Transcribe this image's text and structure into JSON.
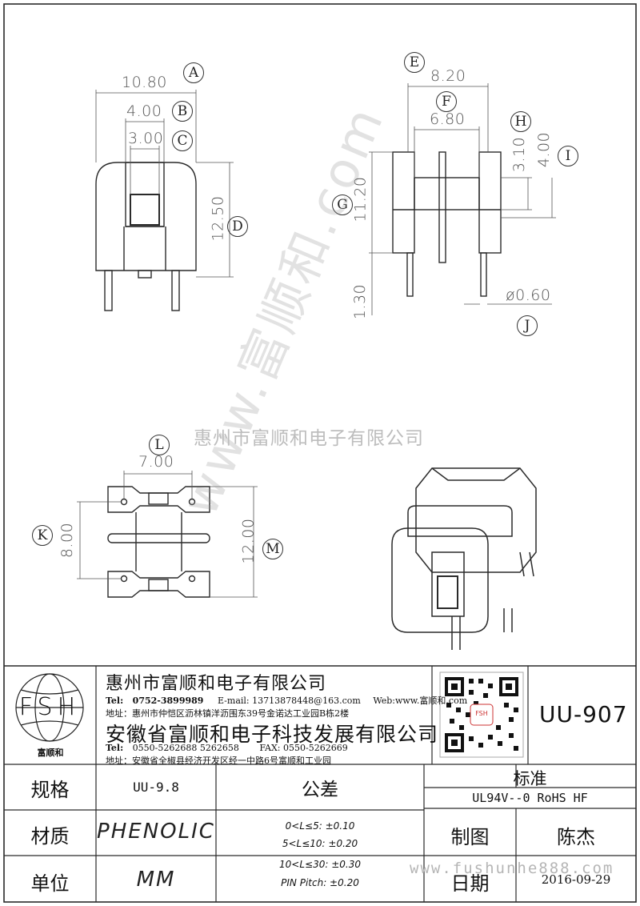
{
  "drawing": {
    "dims": {
      "a": "10.80",
      "b": "4.00",
      "c": "3.00",
      "d": "12.50",
      "e": "8.20",
      "f": "6.80",
      "g": "11.20",
      "h": "3.10",
      "i": "4.00",
      "pin_len": "1.30",
      "pin_dia": "ø0.60",
      "l": "7.00",
      "k": "8.00",
      "m": "12.00"
    },
    "callouts": {
      "a": "A",
      "b": "B",
      "c": "C",
      "d": "D",
      "e": "E",
      "f": "F",
      "g": "G",
      "h": "H",
      "i": "I",
      "j": "J",
      "k": "K",
      "l": "L",
      "m": "M"
    }
  },
  "watermarks": {
    "center": "惠州市富顺和电子有限公司",
    "diagonal": "www.富顺和.com",
    "url": "www.fushunhe888.com"
  },
  "title_block": {
    "logo": {
      "letters": "FSH",
      "name": "富顺和"
    },
    "company1": {
      "name": "惠州市富顺和电子有限公司",
      "tel_label": "Tel:",
      "tel": "0752-3899989",
      "email": "E-mail: 13713878448@163.com",
      "web": "Web:www.富顺和.com",
      "address": "地址：惠州市仲恺区沥林镇洋沥围东39号金诺达工业园B栋2楼"
    },
    "company2": {
      "name": "安徽省富顺和电子科技发展有限公司",
      "tel_label": "Tel:",
      "tel": "0550-5262688  5262658",
      "fax": "FAX: 0550-5262669",
      "address": "地址：安徽省全椒县经济开发区经一中路6号富顺和工业园"
    },
    "qr_text": "FSH",
    "part_number": "UU-907",
    "spec_label": "规格",
    "spec_value": "UU-9.8",
    "tolerance_label": "公差",
    "tolerances": [
      "0<L≤5: ±0.10",
      "5<L≤10: ±0.20",
      "10<L≤30: ±0.30",
      "PIN Pitch: ±0.20"
    ],
    "standard_label": "标准",
    "standard_value": "UL94V--0  RoHS HF",
    "material_label": "材质",
    "material_value": "PHENOLIC",
    "drawn_label": "制图",
    "drawn_value": "陈杰",
    "unit_label": "单位",
    "unit_value": "MM",
    "date_label": "日期",
    "date_value": "2016-09-29"
  }
}
